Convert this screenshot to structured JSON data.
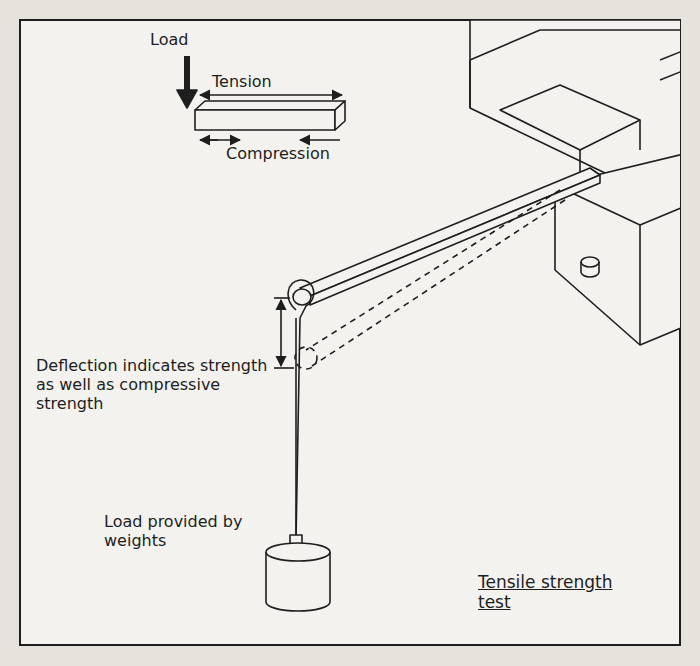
{
  "diagram": {
    "caption": "Tensile strength test",
    "labels": [
      "Load",
      "Tension",
      "Compression",
      "Deflection indicates strength as well as compressive strength",
      "Load provided by weights"
    ]
  }
}
